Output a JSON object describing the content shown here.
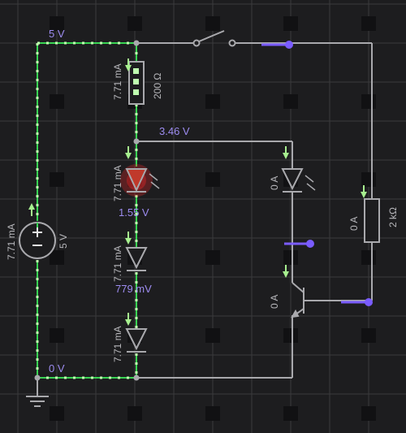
{
  "colors": {
    "background": "#1d1d1f",
    "grid": "#3a3a3c",
    "grid_dot": "#2c2c2e",
    "wire": "#a9a9ad",
    "current_wire": "#39d353",
    "current_dot": "#bfffb0",
    "current_arrow": "#a7f08f",
    "voltage_label": "#9d8cf0",
    "component_label": "#b7b7bb",
    "probe": "#7a5cff",
    "led_glow": "#ff2a2a"
  },
  "circuit": {
    "source": {
      "voltage": "5 V",
      "current": "7.71 mA",
      "icon": "dc-voltage-source-icon"
    },
    "resistor_top": {
      "value": "200 Ω",
      "current": "7.71 mA"
    },
    "resistor_right": {
      "value": "2 kΩ",
      "current": "0 A"
    },
    "led_lit": {
      "current": "7.71 mA",
      "icon": "led-icon",
      "lit": true
    },
    "led_off": {
      "current": "0 A",
      "icon": "led-icon",
      "lit": false
    },
    "diode_1": {
      "current": "7.71 mA",
      "icon": "diode-icon"
    },
    "diode_2": {
      "current": "7.71 mA",
      "icon": "diode-icon"
    },
    "transistor": {
      "current": "0 A",
      "icon": "npn-transistor-icon"
    },
    "switch": {
      "state": "open",
      "icon": "switch-icon"
    }
  },
  "node_voltages": {
    "top": "5 V",
    "mid": "3.46 V",
    "led_node": "1.55 V",
    "diode_node": "779 mV",
    "ground": "0 V"
  }
}
